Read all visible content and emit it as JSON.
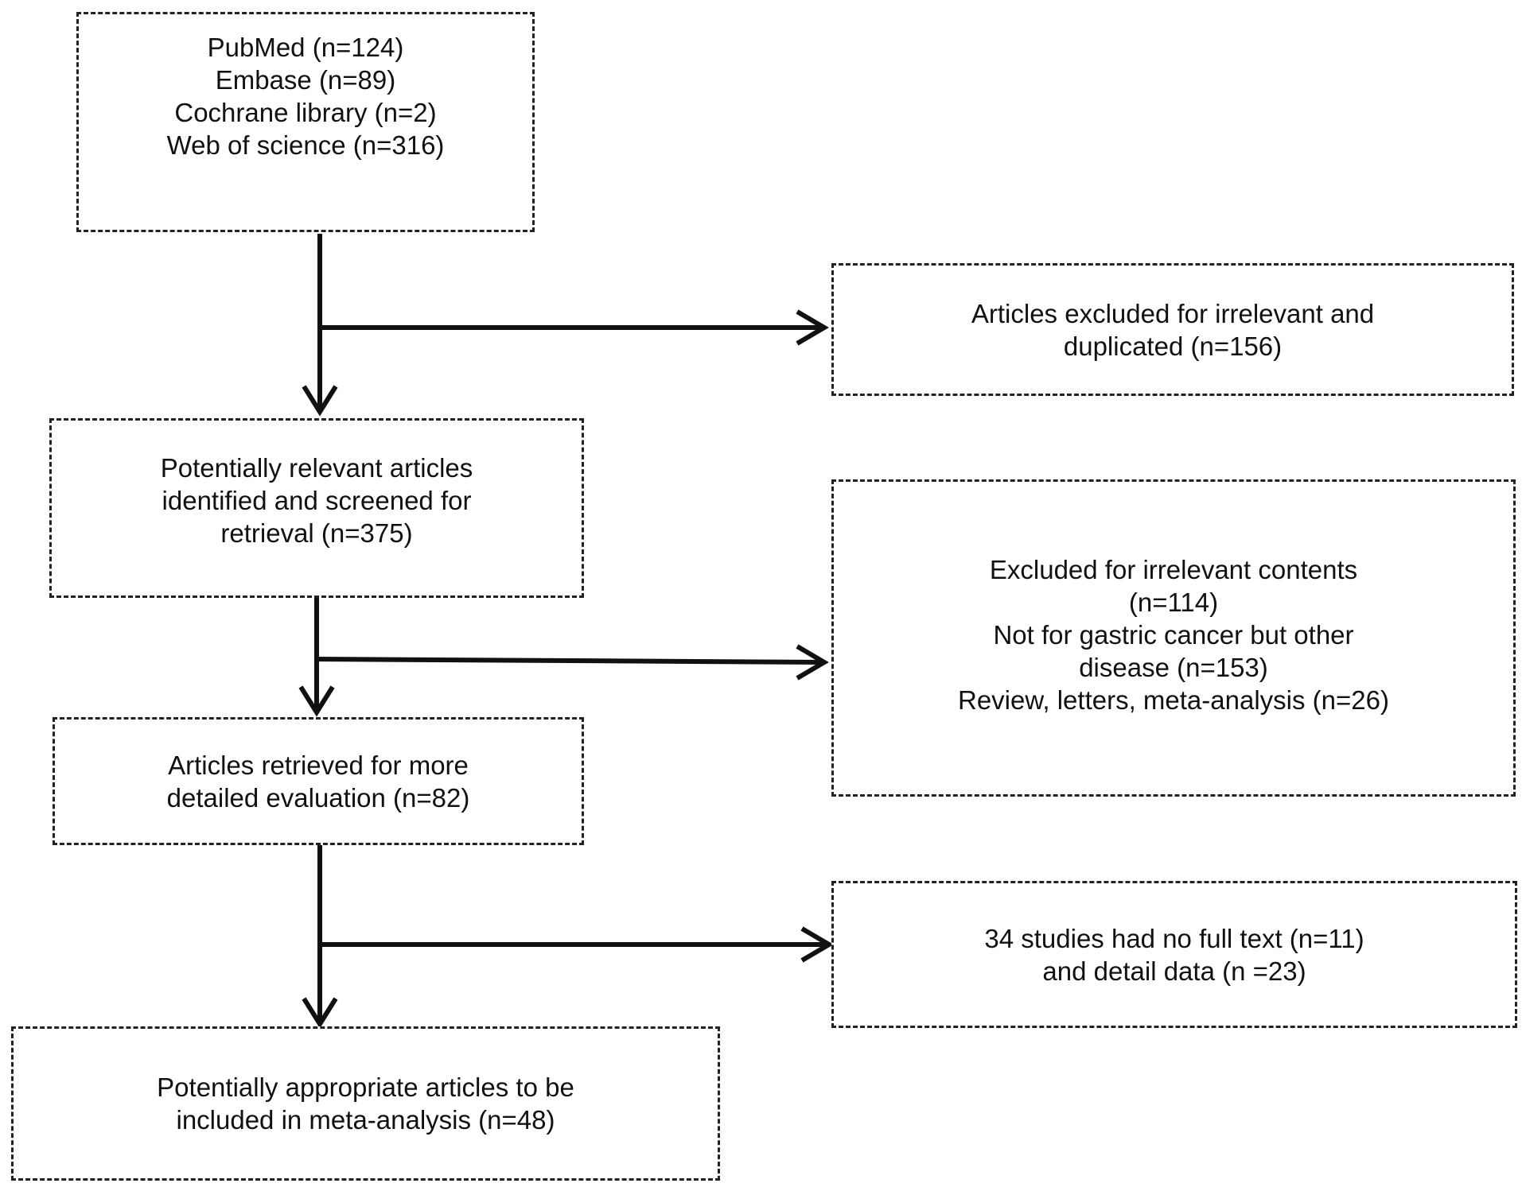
{
  "boxes": {
    "sources": {
      "lines": [
        "PubMed (n=124)",
        "Embase (n=89)",
        "Cochrane library (n=2)",
        "Web of science (n=316)"
      ]
    },
    "excluded_duplicates": {
      "lines": [
        "Articles excluded for irrelevant and",
        "duplicated (n=156)"
      ]
    },
    "screened": {
      "lines": [
        "Potentially relevant articles",
        "identified and screened for",
        "retrieval (n=375)"
      ]
    },
    "excluded_contents": {
      "lines": [
        "Excluded for irrelevant contents",
        "(n=114)",
        "Not for gastric cancer but other",
        "disease (n=153)",
        "Review, letters, meta-analysis (n=26)"
      ]
    },
    "retrieved": {
      "lines": [
        "Articles retrieved for more",
        "detailed evaluation (n=82)"
      ]
    },
    "no_full_text": {
      "lines": [
        "34 studies had no full text (n=11)",
        "and detail data (n =23)"
      ]
    },
    "included": {
      "lines": [
        "Potentially appropriate articles to be",
        "included in meta-analysis (n=48)"
      ]
    }
  },
  "colors": {
    "stroke": "#222222",
    "text": "#111111",
    "background": "#ffffff"
  }
}
